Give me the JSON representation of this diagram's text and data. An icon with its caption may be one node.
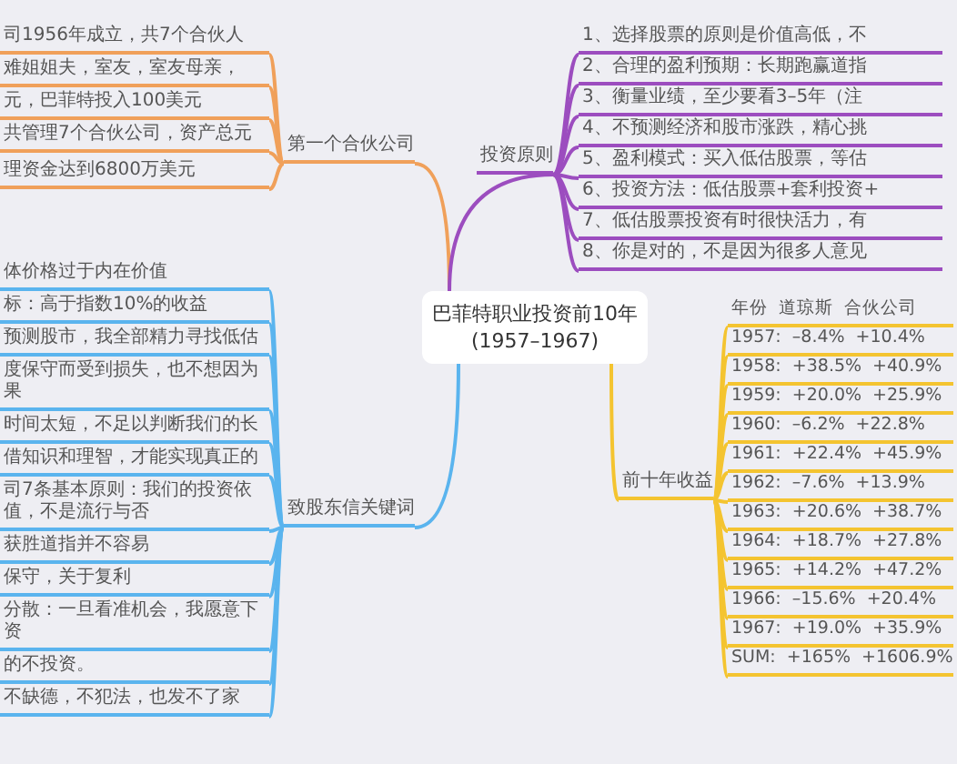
{
  "diagram": {
    "nodes": [
      {
        "text": [
          "巴菲特职业投资前10年 (1957–1967)"
        ]
      },
      {
        "text": [
          "第一个合伙公司"
        ]
      },
      {
        "text": [
          "司1956年成立，共7个合伙人"
        ]
      },
      {
        "text": [
          "难姐姐夫，室友，室友母亲，"
        ]
      },
      {
        "text": [
          "元，巴菲特投入100美元"
        ]
      },
      {
        "text": [
          "共管理7个合伙公司，资产总元"
        ]
      },
      {
        "text": [
          "理资金达到6800万美元"
        ]
      },
      {
        "text": [
          "致股东信关键词"
        ]
      },
      {
        "text": [
          "体价格过于内在价值"
        ]
      },
      {
        "text": [
          "标：高于指数10%的收益"
        ]
      },
      {
        "text": [
          "预测股市，我全部精力寻找低估"
        ]
      },
      {
        "text": [
          "度保守而受到损失，也不想因为果"
        ]
      },
      {
        "text": [
          "时间太短，不足以判断我们的长"
        ]
      },
      {
        "text": [
          "借知识和理智，才能实现真正的"
        ]
      },
      {
        "text": [
          "司7条基本原则：我们的投资依值，不是流行与否"
        ]
      },
      {
        "text": [
          "获胜道指并不容易"
        ]
      },
      {
        "text": [
          "保守，关于复利"
        ]
      },
      {
        "text": [
          "分散：一旦看准机会，我愿意下资"
        ]
      },
      {
        "text": [
          "的不投资。"
        ]
      },
      {
        "text": [
          "不缺德，不犯法，也发不了家"
        ]
      },
      {
        "text": [
          "投资原则"
        ]
      },
      {
        "text": [
          "1、选择股票的原则是价值高低，不"
        ]
      },
      {
        "text": [
          "2、合理的盈利预期：长期跑赢道指"
        ]
      },
      {
        "text": [
          "3、衡量业绩，至少要看3–5年（注"
        ]
      },
      {
        "text": [
          "4、不预测经济和股市涨跌，精心挑"
        ]
      },
      {
        "text": [
          "5、盈利模式：买入低估股票，等估"
        ]
      },
      {
        "text": [
          "6、投资方法：低估股票+套利投资+"
        ]
      },
      {
        "text": [
          "7、低估股票投资有时很快活力，有"
        ]
      },
      {
        "text": [
          "8、你是对的，不是因为很多人意见"
        ]
      },
      {
        "text": [
          "前十年收益"
        ]
      },
      {
        "text": [
          "年份 道琼斯 合伙公司"
        ]
      },
      {
        "text": [
          "1957: –8.4% +10.4%"
        ]
      },
      {
        "text": [
          "1958: +38.5% +40.9%"
        ]
      },
      {
        "text": [
          "1959: +20.0% +25.9%"
        ]
      },
      {
        "text": [
          "1960: –6.2% +22.8%"
        ]
      },
      {
        "text": [
          "1961: +22.4% +45.9%"
        ]
      },
      {
        "text": [
          "1962: –7.6% +13.9%"
        ]
      },
      {
        "text": [
          "1963: +20.6% +38.7%"
        ]
      },
      {
        "text": [
          "1964: +18.7% +27.8%"
        ]
      },
      {
        "text": [
          "1965: +14.2% +47.2%"
        ]
      },
      {
        "text": [
          "1966: –15.6% +20.4%"
        ]
      },
      {
        "text": [
          "1967: +19.0% +35.9%"
        ]
      },
      {
        "text": [
          "SUM: +165% +1606.9%"
        ]
      }
    ],
    "edges": [
      {
        "from": 0,
        "to": 1,
        "arrow": "none",
        "color": "#f0a05a"
      },
      {
        "from": 0,
        "to": 7,
        "arrow": "none",
        "color": "#5ab4ee"
      },
      {
        "from": 0,
        "to": 20,
        "arrow": "none",
        "color": "#9c4dbf"
      },
      {
        "from": 0,
        "to": 29,
        "arrow": "none",
        "color": "#f4c430"
      },
      {
        "from": 1,
        "to": 2,
        "arrow": "none",
        "color": "#f0a05a"
      },
      {
        "from": 1,
        "to": 3,
        "arrow": "none",
        "color": "#f0a05a"
      },
      {
        "from": 1,
        "to": 4,
        "arrow": "none",
        "color": "#f0a05a"
      },
      {
        "from": 1,
        "to": 5,
        "arrow": "none",
        "color": "#f0a05a"
      },
      {
        "from": 1,
        "to": 6,
        "arrow": "none",
        "color": "#f0a05a"
      },
      {
        "from": 7,
        "to": 8,
        "arrow": "none",
        "color": "#5ab4ee"
      },
      {
        "from": 7,
        "to": 9,
        "arrow": "none",
        "color": "#5ab4ee"
      },
      {
        "from": 7,
        "to": 10,
        "arrow": "none",
        "color": "#5ab4ee"
      },
      {
        "from": 7,
        "to": 11,
        "arrow": "none",
        "color": "#5ab4ee"
      },
      {
        "from": 7,
        "to": 12,
        "arrow": "none",
        "color": "#5ab4ee"
      },
      {
        "from": 7,
        "to": 13,
        "arrow": "none",
        "color": "#5ab4ee"
      },
      {
        "from": 7,
        "to": 14,
        "arrow": "none",
        "color": "#5ab4ee"
      },
      {
        "from": 7,
        "to": 15,
        "arrow": "none",
        "color": "#5ab4ee"
      },
      {
        "from": 7,
        "to": 16,
        "arrow": "none",
        "color": "#5ab4ee"
      },
      {
        "from": 7,
        "to": 17,
        "arrow": "none",
        "color": "#5ab4ee"
      },
      {
        "from": 7,
        "to": 18,
        "arrow": "none",
        "color": "#5ab4ee"
      },
      {
        "from": 7,
        "to": 19,
        "arrow": "none",
        "color": "#5ab4ee"
      },
      {
        "from": 20,
        "to": 21,
        "arrow": "none",
        "color": "#9c4dbf"
      },
      {
        "from": 20,
        "to": 22,
        "arrow": "none",
        "color": "#9c4dbf"
      },
      {
        "from": 20,
        "to": 23,
        "arrow": "none",
        "color": "#9c4dbf"
      },
      {
        "from": 20,
        "to": 24,
        "arrow": "none",
        "color": "#9c4dbf"
      },
      {
        "from": 20,
        "to": 25,
        "arrow": "none",
        "color": "#9c4dbf"
      },
      {
        "from": 20,
        "to": 26,
        "arrow": "none",
        "color": "#9c4dbf"
      },
      {
        "from": 20,
        "to": 27,
        "arrow": "none",
        "color": "#9c4dbf"
      },
      {
        "from": 20,
        "to": 28,
        "arrow": "none",
        "color": "#9c4dbf"
      },
      {
        "from": 29,
        "to": 30,
        "arrow": "none",
        "color": "#f4c430"
      },
      {
        "from": 29,
        "to": 31,
        "arrow": "none",
        "color": "#f4c430"
      },
      {
        "from": 29,
        "to": 32,
        "arrow": "none",
        "color": "#f4c430"
      },
      {
        "from": 29,
        "to": 33,
        "arrow": "none",
        "color": "#f4c430"
      },
      {
        "from": 29,
        "to": 34,
        "arrow": "none",
        "color": "#f4c430"
      },
      {
        "from": 29,
        "to": 35,
        "arrow": "none",
        "color": "#f4c430"
      },
      {
        "from": 29,
        "to": 36,
        "arrow": "none",
        "color": "#f4c430"
      },
      {
        "from": 29,
        "to": 37,
        "arrow": "none",
        "color": "#f4c430"
      },
      {
        "from": 29,
        "to": 38,
        "arrow": "none",
        "color": "#f4c430"
      },
      {
        "from": 29,
        "to": 39,
        "arrow": "none",
        "color": "#f4c430"
      },
      {
        "from": 29,
        "to": 40,
        "arrow": "none",
        "color": "#f4c430"
      },
      {
        "from": 29,
        "to": 41,
        "arrow": "none",
        "color": "#f4c430"
      },
      {
        "from": 29,
        "to": 42,
        "arrow": "none",
        "color": "#f4c430"
      }
    ]
  }
}
